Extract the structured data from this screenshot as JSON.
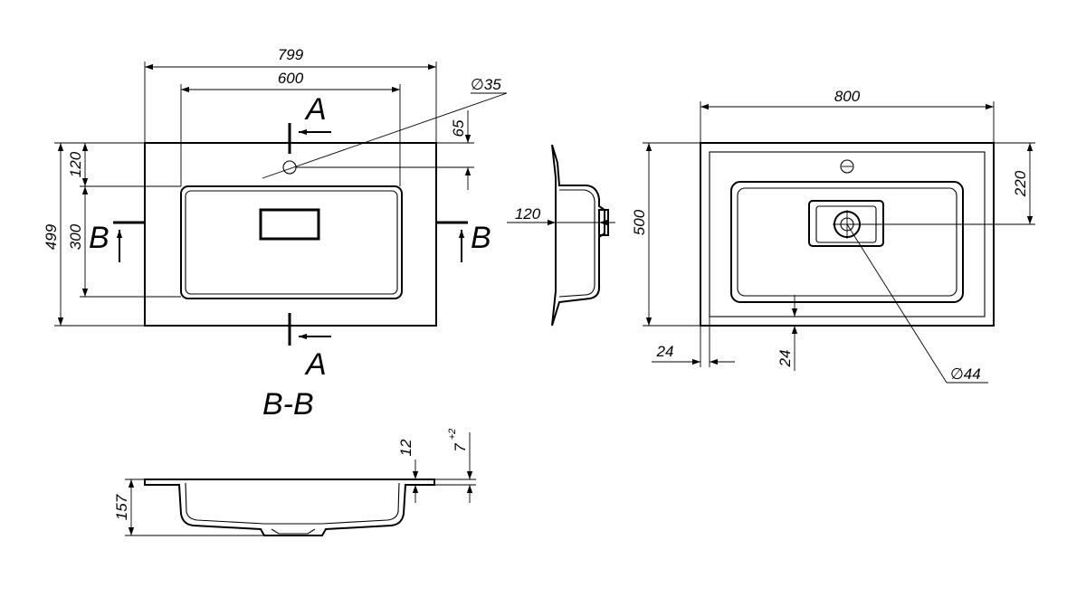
{
  "top_view": {
    "dim_width_overall": "799",
    "dim_width_bowl": "600",
    "dim_tap_hole": "∅35",
    "dim_hole_offset": "65",
    "dim_hole_from_edge": "120",
    "dim_bowl_depth": "300",
    "dim_depth_overall": "499",
    "section_a": "A",
    "section_b": "B"
  },
  "side_view": {
    "dim_depth": "120"
  },
  "bottom_view": {
    "dim_width": "800",
    "dim_depth": "500",
    "dim_drain_offset": "220",
    "dim_drain": "∅44",
    "dim_rim_left": "24",
    "dim_rim_front": "24"
  },
  "section_bb": {
    "title": "B-B",
    "dim_height": "157",
    "dim_rim": "12",
    "dim_lip": "7",
    "dim_lip_tolerance": "+2"
  }
}
